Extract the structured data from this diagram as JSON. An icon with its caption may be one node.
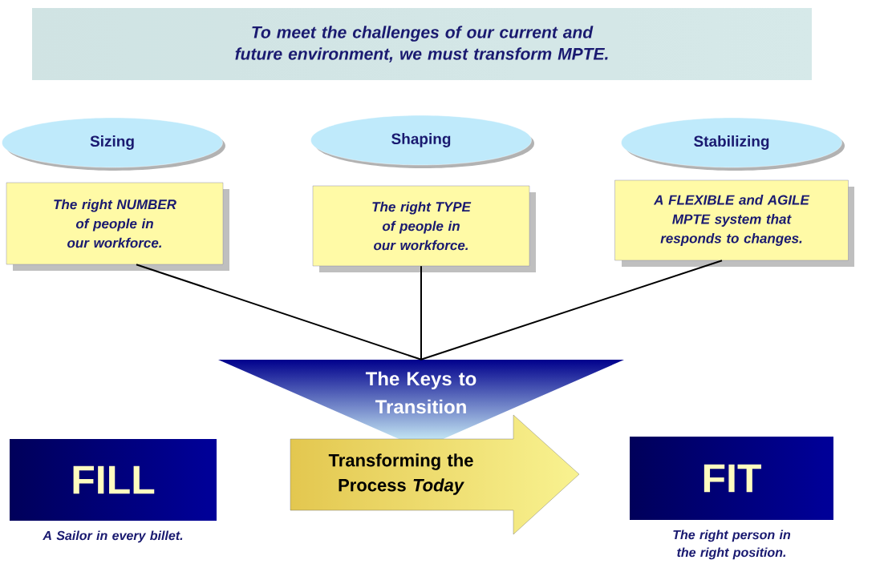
{
  "diagram": {
    "title": "To meet the challenges of our current and future environment, we must transform MPTE.",
    "nodes": [
      {
        "text": [
          "Sizing"
        ]
      },
      {
        "text": [
          "Shaping"
        ]
      },
      {
        "text": [
          "Stabilizing"
        ]
      },
      {
        "text": [
          "The right NUMBER of people in our workforce."
        ]
      },
      {
        "text": [
          "The right TYPE of people in our workforce."
        ]
      },
      {
        "text": [
          "A FLEXIBLE and AGILE MPTE system that responds to changes."
        ]
      },
      {
        "text": [
          "The Keys to Transition"
        ]
      },
      {
        "text": [
          "Transforming the Process *Today*"
        ]
      },
      {
        "text": [
          "FILL"
        ],
        "beside": [
          "A Sailor in every billet."
        ]
      },
      {
        "text": [
          "FIT"
        ],
        "beside": [
          "The right person in the right position."
        ]
      }
    ],
    "edges": [
      {
        "from": 3,
        "to": 6,
        "arrow": "none"
      },
      {
        "from": 4,
        "to": 6,
        "arrow": "none"
      },
      {
        "from": 5,
        "to": 6,
        "arrow": "none"
      }
    ]
  }
}
